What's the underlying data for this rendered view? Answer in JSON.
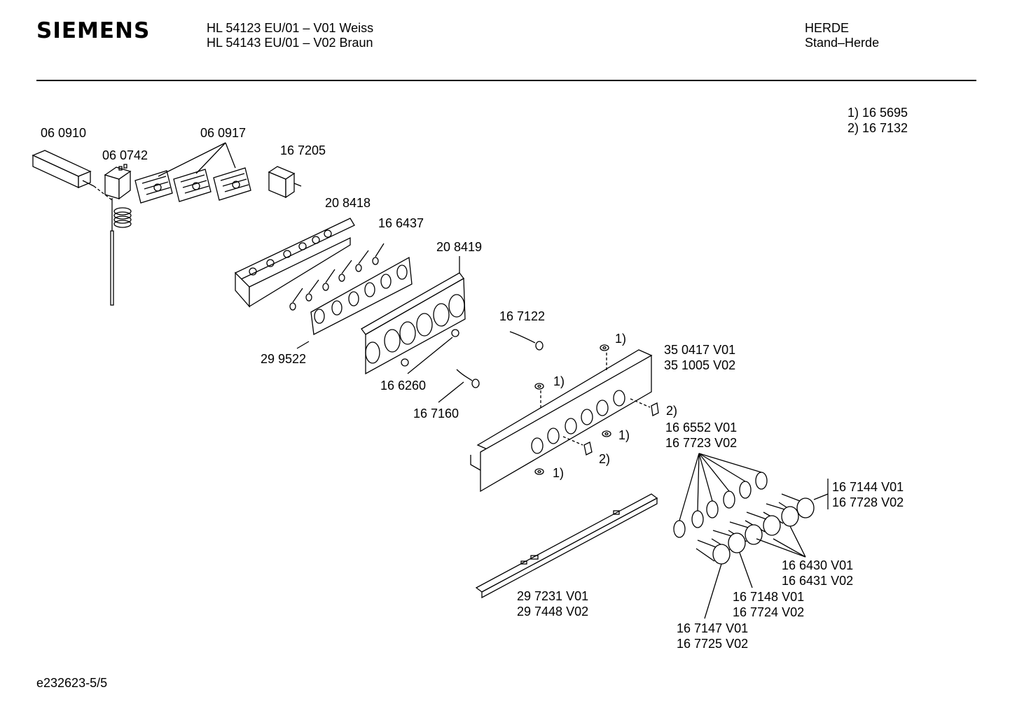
{
  "header": {
    "brand": "SIEMENS",
    "models": [
      "HL 54123 EU/01 – V01 Weiss",
      "HL 54143 EU/01 – V02 Braun"
    ],
    "category": [
      "HERDE",
      "Stand–Herde"
    ]
  },
  "footnotes": [
    "1)  16 5695",
    "2)  16 7132"
  ],
  "parts": {
    "p060910": "06 0910",
    "p060742": "06 0742",
    "p060917": "06 0917",
    "p167205": "16 7205",
    "p208418": "20 8418",
    "p166437": "16 6437",
    "p208419": "20 8419",
    "p299522": "29 9522",
    "p167122": "16 7122",
    "p166260": "16 6260",
    "p167160": "16 7160",
    "panel": [
      "35 0417 V01",
      "35 1005 V02"
    ],
    "clip": [
      "16 6552 V01",
      "16 7723 V02"
    ],
    "knob_a": [
      "16 7144 V01",
      "16 7728 V02"
    ],
    "ring": [
      "16 6430 V01",
      "16 6431 V02"
    ],
    "knob_b": [
      "16 7148 V01",
      "16 7724 V02"
    ],
    "knob_c": [
      "16 7147 V01",
      "16 7725 V02"
    ],
    "strip": [
      "29 7231 V01",
      "29 7448 V02"
    ],
    "ref1": "1)",
    "ref2": "2)"
  },
  "footer": "e232623-5/5"
}
